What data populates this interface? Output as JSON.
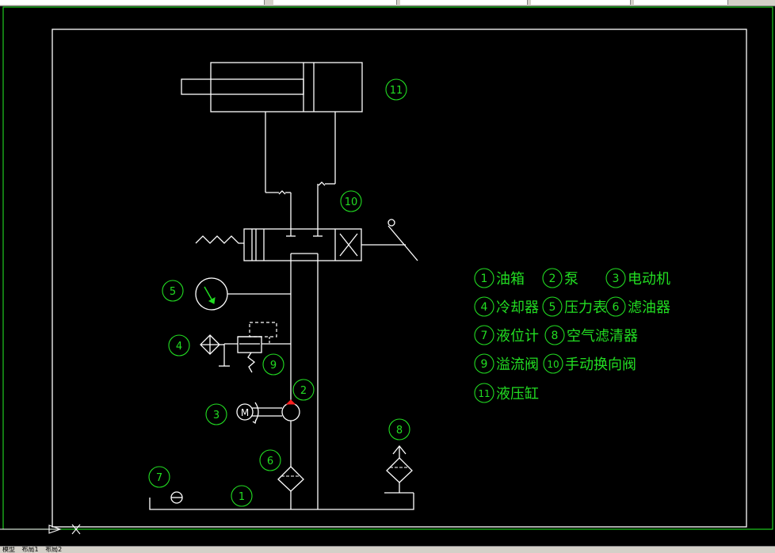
{
  "callouts": {
    "c1": "1",
    "c2": "2",
    "c3": "3",
    "c4": "4",
    "c5": "5",
    "c6": "6",
    "c7": "7",
    "c8": "8",
    "c9": "9",
    "c10": "10",
    "c11": "11"
  },
  "motor_label": "M",
  "legend": [
    {
      "num": "1",
      "text": "油箱"
    },
    {
      "num": "2",
      "text": "泵"
    },
    {
      "num": "3",
      "text": "电动机"
    },
    {
      "num": "4",
      "text": "冷却器"
    },
    {
      "num": "5",
      "text": "压力表"
    },
    {
      "num": "6",
      "text": "滤油器"
    },
    {
      "num": "7",
      "text": "液位计"
    },
    {
      "num": "8",
      "text": "空气滤清器"
    },
    {
      "num": "9",
      "text": "溢流阀"
    },
    {
      "num": "10",
      "text": "手动换向阀"
    },
    {
      "num": "11",
      "text": "液压缸"
    }
  ],
  "layout_tabs": [
    "模型",
    "布局1",
    "布局2"
  ],
  "colors": {
    "background": "#000000",
    "line": "#ffffff",
    "annotation": "#22dd22",
    "pump_mark": "#ff2020"
  }
}
